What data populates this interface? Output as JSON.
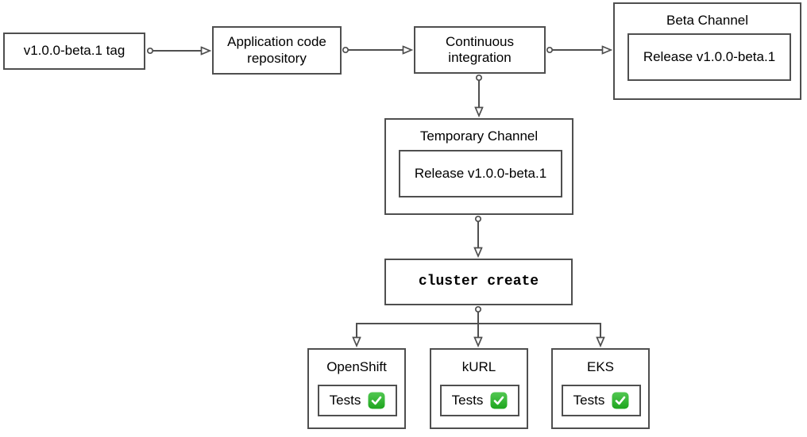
{
  "diagram": {
    "nodes": {
      "tag": {
        "label": "v1.0.0-beta.1 tag"
      },
      "repository": {
        "label": "Application code repository"
      },
      "ci": {
        "label": "Continuous integration"
      },
      "beta_channel": {
        "title": "Beta Channel",
        "release_label": "Release v1.0.0-beta.1"
      },
      "temporary_channel": {
        "title": "Temporary Channel",
        "release_label": "Release v1.0.0-beta.1"
      },
      "cluster_create": {
        "label": "cluster create"
      }
    },
    "platforms": [
      {
        "title": "OpenShift",
        "tests_label": "Tests",
        "status_icon": "check-mark-button-icon"
      },
      {
        "title": "kURL",
        "tests_label": "Tests",
        "status_icon": "check-mark-button-icon"
      },
      {
        "title": "EKS",
        "tests_label": "Tests",
        "status_icon": "check-mark-button-icon"
      }
    ],
    "colors": {
      "stroke": "#4f4f4f",
      "text": "#000000",
      "background": "#ffffff",
      "check_green": "#2bb22b"
    }
  }
}
